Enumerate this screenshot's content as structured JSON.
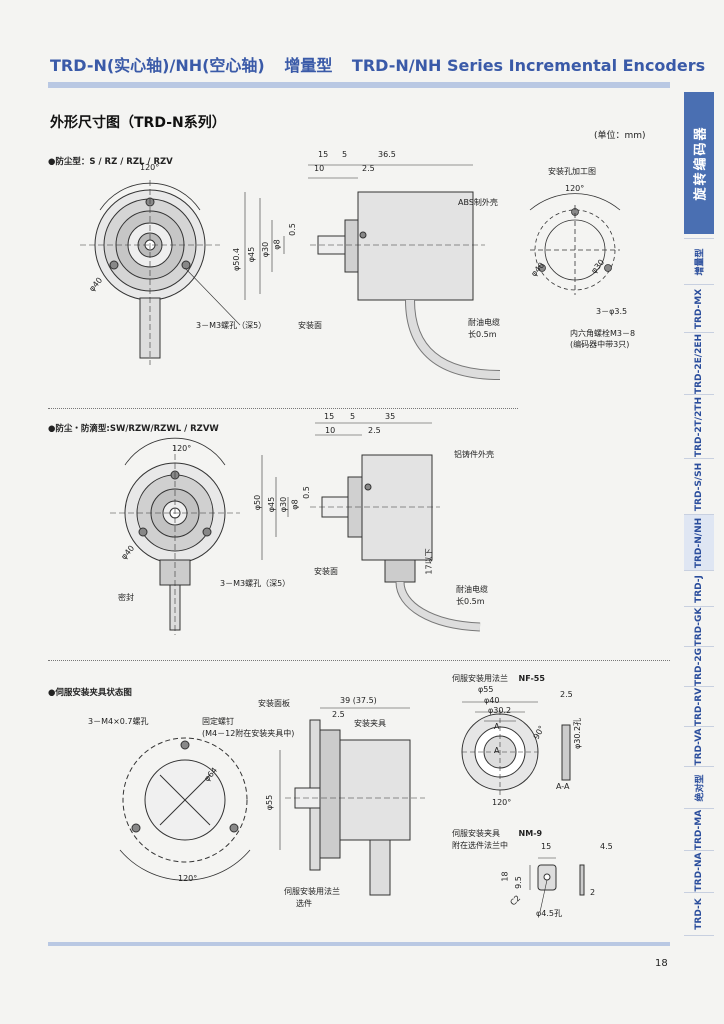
{
  "header": {
    "title_cn": "TRD-N(实心轴)/NH(空心轴)",
    "title_type": "增量型",
    "title_en": "TRD-N/NH Series Incremental Encoders"
  },
  "section_title": "外形尺寸图（TRD-N系列）",
  "unit_note": "(单位：mm)",
  "fig1": {
    "bullet": "●防尘型：S / RZ / RZL / RZV",
    "angle": "120°",
    "dia40": "φ40",
    "hole_note": "3－M3螺孔（深5）",
    "mount_face": "安装面",
    "case": "ABS制外壳",
    "cable": "耐油电缆",
    "cable_len": "长0.5m",
    "dims_top": [
      "15",
      "5",
      "36.5",
      "10",
      "2.5"
    ],
    "dims_left": [
      "φ50.4",
      "φ45",
      "φ30",
      "φ8",
      "0.5"
    ],
    "mount_title": "安装孔加工图",
    "mount_angle": "120°",
    "mount_d40": "φ40",
    "mount_d30": "φ30",
    "mount_holes": "3－φ3.5",
    "bolt_note": "内六角螺栓M3－8",
    "bolt_note2": "(编码器中带3只)"
  },
  "fig2": {
    "bullet": "●防尘・防滴型:SW/RZW/RZWL / RZVW",
    "angle": "120°",
    "dia40": "φ40",
    "hole_note": "3－M3螺孔（深5）",
    "seal": "密封",
    "mount_face": "安装面",
    "case": "铝铸件外壳",
    "cable": "耐油电缆",
    "cable_len": "长0.5m",
    "dims_top": [
      "15",
      "5",
      "35",
      "10",
      "2.5"
    ],
    "dims_left": [
      "φ50",
      "φ45",
      "φ30",
      "φ8",
      "0.5"
    ],
    "side_dim": "17以下"
  },
  "fig3": {
    "bullet": "●伺服安装夹具状态图",
    "hole_note": "3－M4×0.7螺孔",
    "screw": "固定螺钉",
    "screw_note": "(M4－12附在安装夹具中)",
    "panel": "安装面板",
    "fixture": "安装夹具",
    "dim39": "39 (37.5)",
    "dim25": "2.5",
    "dim55": "φ55",
    "dim64": "φ64",
    "angle": "120°",
    "flange": "伺服安装用法兰",
    "flange_opt": "选件"
  },
  "nf55": {
    "title": "伺服安装用法兰",
    "model": "NF-55",
    "d55": "φ55",
    "d40": "φ40",
    "d302": "φ30.2",
    "t25": "2.5",
    "d302v": "φ30.2孔",
    "angle": "90°",
    "angle2": "120°",
    "section": "A-A",
    "a": "A"
  },
  "nm9": {
    "title": "伺服安装夹具",
    "model": "NM-9",
    "note": "附在选件法兰中",
    "d15": "15",
    "d45": "4.5",
    "d18": "18",
    "d95": "9.5",
    "c2": "C2",
    "d2": "2",
    "hole": "φ4.5孔"
  },
  "sidebar": {
    "top": "旋转编码器",
    "tabs": [
      "增量型",
      "TRD-MX",
      "TRD-2E/2EH",
      "TRD-2T/2TH",
      "TRD-S/SH",
      "TRD-N/NH",
      "TRD-J",
      "TRD-GK",
      "TRD-2G",
      "TRD-RV",
      "TRD-VA",
      "绝对型",
      "TRD-MA",
      "TRD-NA",
      "TRD-K"
    ]
  },
  "page_number": "18"
}
